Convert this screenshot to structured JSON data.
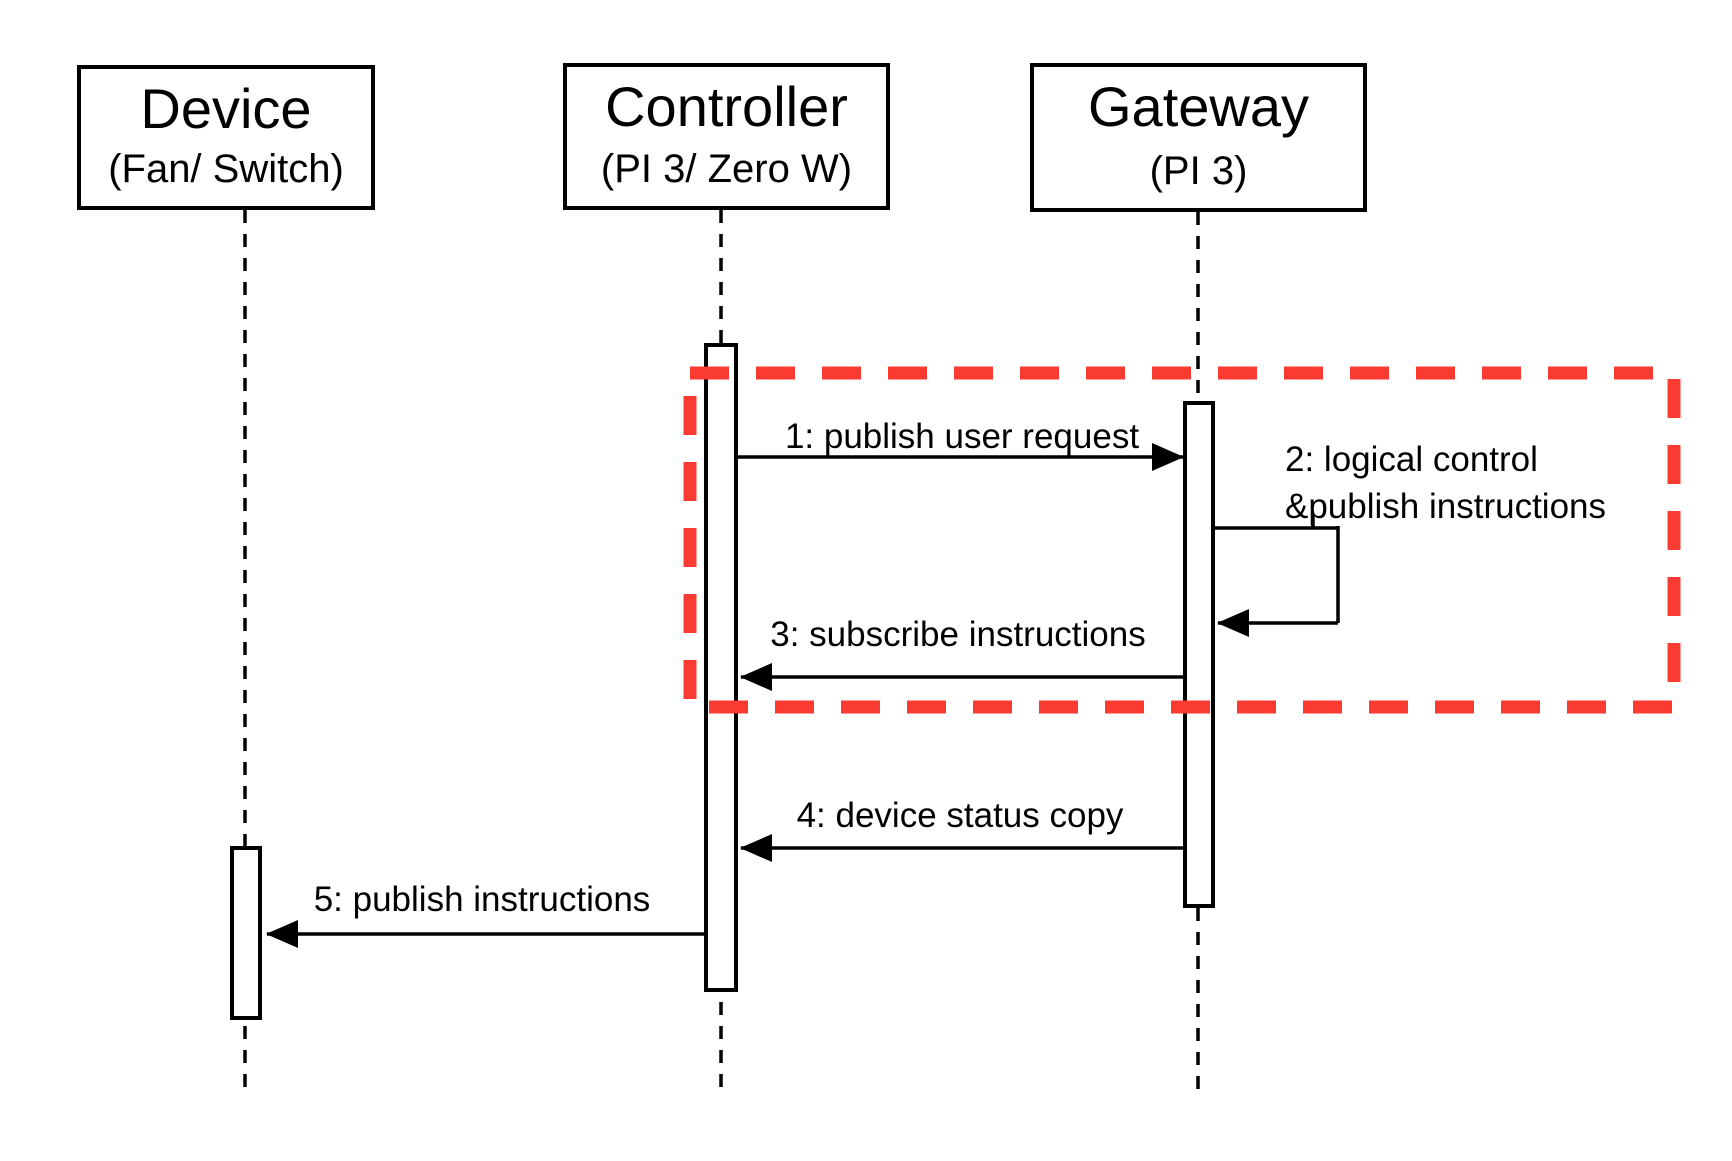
{
  "diagram": {
    "kind": "uml-sequence",
    "participants": [
      {
        "name": "Device",
        "detail": "(Fan/ Switch)"
      },
      {
        "name": "Controller",
        "detail": "(PI 3/ Zero W)"
      },
      {
        "name": "Gateway",
        "detail": "(PI 3)"
      }
    ],
    "messages": [
      {
        "label": "1: publish user request",
        "from": "Controller",
        "to": "Gateway"
      },
      {
        "line1": "2: logical control",
        "line2": "&publish instructions",
        "from": "Gateway",
        "to": "Gateway"
      },
      {
        "label": "3: subscribe instructions",
        "from": "Gateway",
        "to": "Controller"
      },
      {
        "label": "4: device status copy",
        "from": "Gateway",
        "to": "Controller"
      },
      {
        "label": "5: publish instructions",
        "from": "Controller",
        "to": "Device"
      }
    ],
    "highlight": {
      "color": "#fa3b32"
    },
    "line_color": "#000000"
  }
}
